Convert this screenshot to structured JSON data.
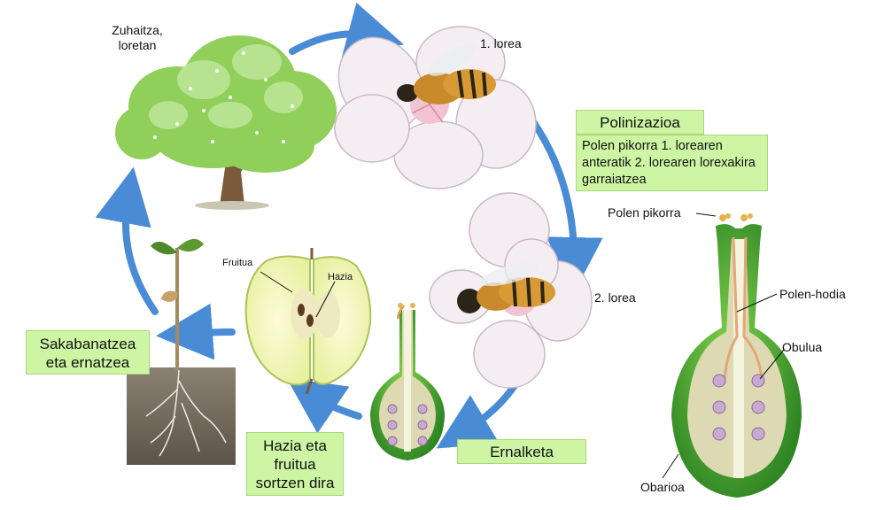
{
  "stages": {
    "tree": "Zuhaitza,\nloretan",
    "flower1": "1. lorea",
    "flower2": "2. lorea"
  },
  "steps": {
    "pollination_title": "Polinizazioa",
    "pollination_desc": "Polen pikorra  1. lorearen anteratik 2. lorearen lorexakira garraiatzea",
    "fertilization": "Ernalketa",
    "seed_fruit": "Hazia eta fruitua sortzen dira",
    "dispersal": "Sakabanatzea eta ernatzea"
  },
  "fruit_labels": {
    "fruit": "Fruitua",
    "seed": "Hazia"
  },
  "pistil_labels": {
    "pollen_grain": "Polen pikorra",
    "pollen_tube": "Polen-hodia",
    "ovule": "Obulua",
    "ovary": "Obarioa"
  },
  "colors": {
    "arrow": "#4a8bd6",
    "box_fill": "#cdf5a3",
    "pistil_green": "#3f9a2e",
    "ovary_inner": "#ddd9b3",
    "leaf_green": "#7bc34a",
    "petal": "#f4eef3",
    "soil": "#6d6456"
  }
}
